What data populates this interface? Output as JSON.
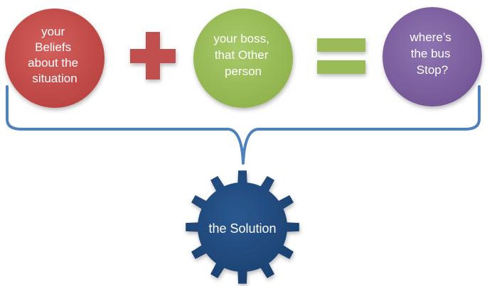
{
  "circles": [
    {
      "lines": [
        "your",
        "Beliefs",
        "about the",
        "situation"
      ],
      "color": "#c0504d"
    },
    {
      "lines": [
        "your boss,",
        "that Other",
        "person"
      ],
      "color": "#9bbb59"
    },
    {
      "lines": [
        "where’s",
        "the bus",
        "Stop?"
      ],
      "color": "#8064a2"
    }
  ],
  "operators": [
    {
      "symbol": "plus",
      "color": "#c0504d"
    },
    {
      "symbol": "equals",
      "color": "#9bbb59"
    }
  ],
  "bracket": {
    "color": "#4f81bd"
  },
  "gear": {
    "label": "the Solution",
    "color": "#1f497d"
  }
}
